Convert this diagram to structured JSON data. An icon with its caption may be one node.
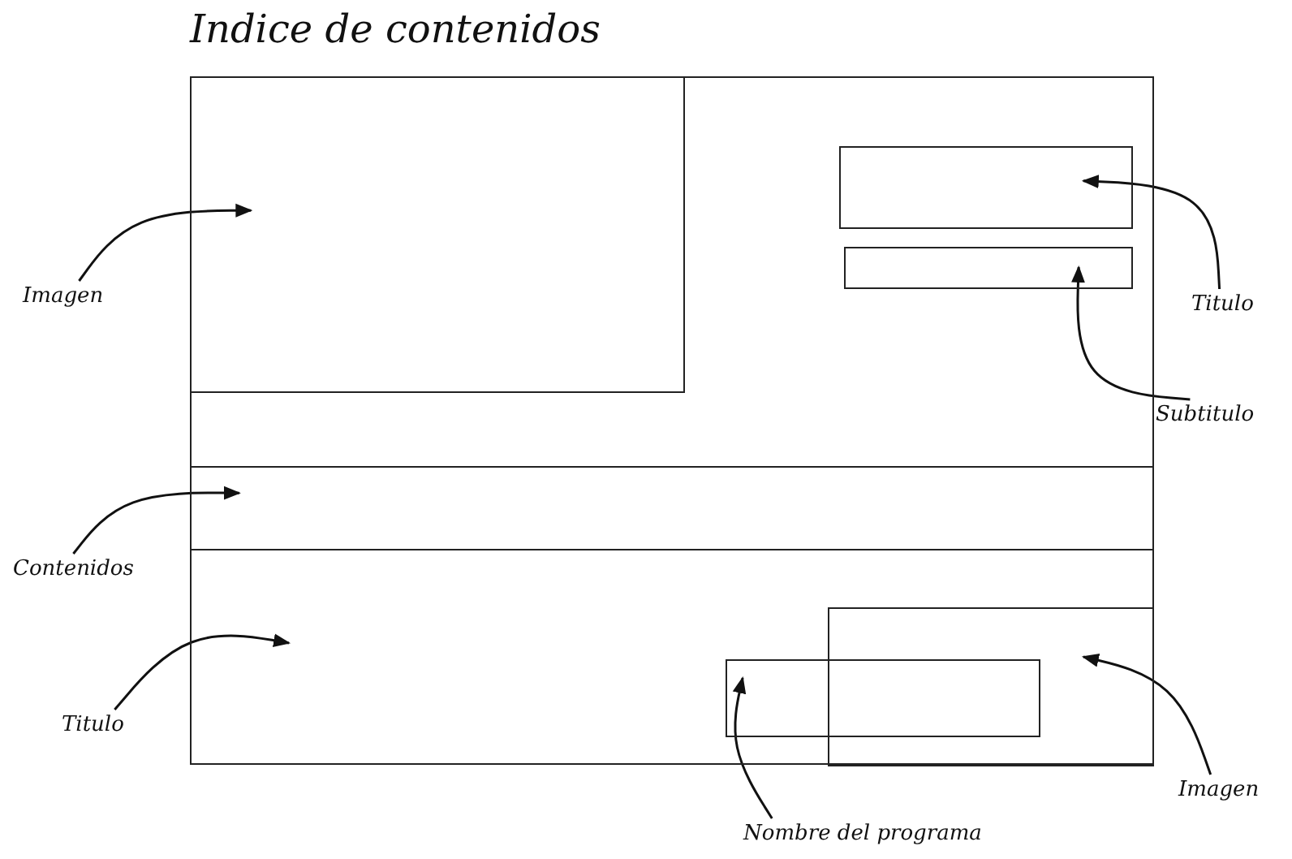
{
  "diagram": {
    "title": "Indice de contenidos",
    "nodes": [
      {
        "text": [],
        "shape": "box"
      },
      {
        "text": [],
        "shape": "box",
        "in": 0
      },
      {
        "text": [],
        "shape": "box",
        "in": 0
      },
      {
        "text": [],
        "shape": "box",
        "in": 0
      },
      {
        "text": [],
        "shape": "box",
        "in": 0
      },
      {
        "text": [],
        "shape": "box",
        "in": 0
      },
      {
        "text": [],
        "shape": "box",
        "in": 0
      },
      {
        "text": [
          "Imagen"
        ]
      },
      {
        "text": [
          "Titulo"
        ]
      },
      {
        "text": [
          "Subtitulo"
        ]
      },
      {
        "text": [
          "Contenidos"
        ]
      },
      {
        "text": [
          "Titulo"
        ]
      },
      {
        "text": [
          "Nombre del programa"
        ]
      },
      {
        "text": [
          "Imagen"
        ]
      }
    ],
    "edges": [
      {
        "from": 7,
        "to": 1,
        "arrow": "to"
      },
      {
        "from": 8,
        "to": 2,
        "arrow": "to"
      },
      {
        "from": 9,
        "to": 3,
        "arrow": "to"
      },
      {
        "from": 10,
        "to": 4,
        "arrow": "to"
      },
      {
        "from": 11,
        "to": null,
        "arrow": "to"
      },
      {
        "from": 12,
        "to": 5,
        "arrow": "to"
      },
      {
        "from": 13,
        "to": 6,
        "arrow": "to"
      }
    ]
  }
}
